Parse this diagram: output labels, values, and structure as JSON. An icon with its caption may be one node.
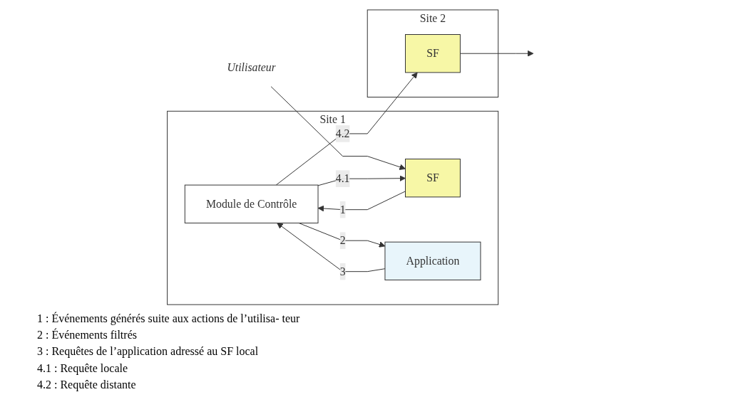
{
  "diagram": {
    "nodes": [
      {
        "text": [
          "Site 1"
        ]
      },
      {
        "text": [
          "Module de Contrôle"
        ],
        "in": 0
      },
      {
        "text": [
          "Utilisateur"
        ]
      },
      {
        "text": [
          "SF"
        ],
        "in": 0
      },
      {
        "text": [
          "Application"
        ],
        "in": 0
      },
      {
        "text": [
          "Site 2"
        ]
      },
      {
        "text": [
          "SF"
        ],
        "in": 5
      }
    ],
    "edges": [
      {
        "from": 2,
        "to": 3,
        "arrow": "to"
      },
      {
        "from": 3,
        "to": 1,
        "arrow": "to",
        "label": "1"
      },
      {
        "from": 1,
        "to": 3,
        "arrow": "to",
        "label": "4.1"
      },
      {
        "from": 1,
        "to": 4,
        "arrow": "to",
        "label": "2"
      },
      {
        "from": 4,
        "to": 1,
        "arrow": "to",
        "label": "3"
      },
      {
        "from": 1,
        "to": 6,
        "arrow": "to",
        "label": "4.2"
      },
      {
        "from": 6,
        "to": null,
        "arrow": "to"
      }
    ],
    "labels": [
      "1 : Événements générés suite aux actions de l’utilisa- teur",
      "2 : Événements filtrés",
      "3 : Requêtes de l’application adressé au SF local",
      "4.1 : Requête locale",
      "4.2 : Requête distante"
    ]
  }
}
